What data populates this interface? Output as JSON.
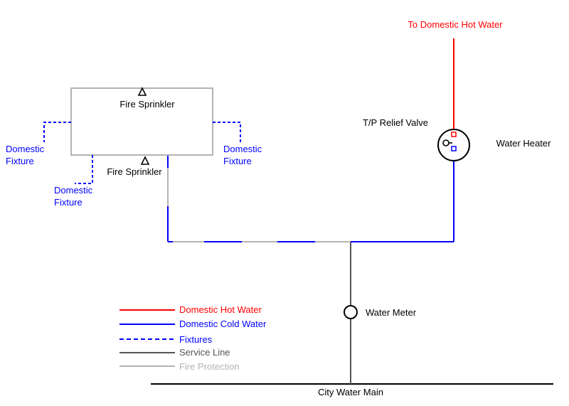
{
  "labels": {
    "hot_water_outlet": "To Domestic Hot Water",
    "fire_sprinkler_top": "Fire Sprinkler",
    "fire_sprinkler_bottom": "Fire Sprinkler",
    "tp_relief_valve": "T/P Relief Valve",
    "water_heater": "Water Heater",
    "fixture_left_1": "Domestic",
    "fixture_left_2": "Fixture",
    "fixture_right_1": "Domestic",
    "fixture_right_2": "Fixture",
    "fixture_bottom_1": "Domestic",
    "fixture_bottom_2": "Fixture",
    "water_meter": "Water Meter",
    "city_main": "City Water Main"
  },
  "legend": {
    "hot": "Domestic Hot Water",
    "cold": "Domestic Cold Water",
    "fixtures": "Fixtures",
    "service": "Service Line",
    "fire": "Fire Protection"
  },
  "colors": {
    "hot": "#ff0000",
    "cold": "#0000ff",
    "fixtures": "#0000ff",
    "service": "#555555",
    "fire": "#b3b3b3"
  }
}
